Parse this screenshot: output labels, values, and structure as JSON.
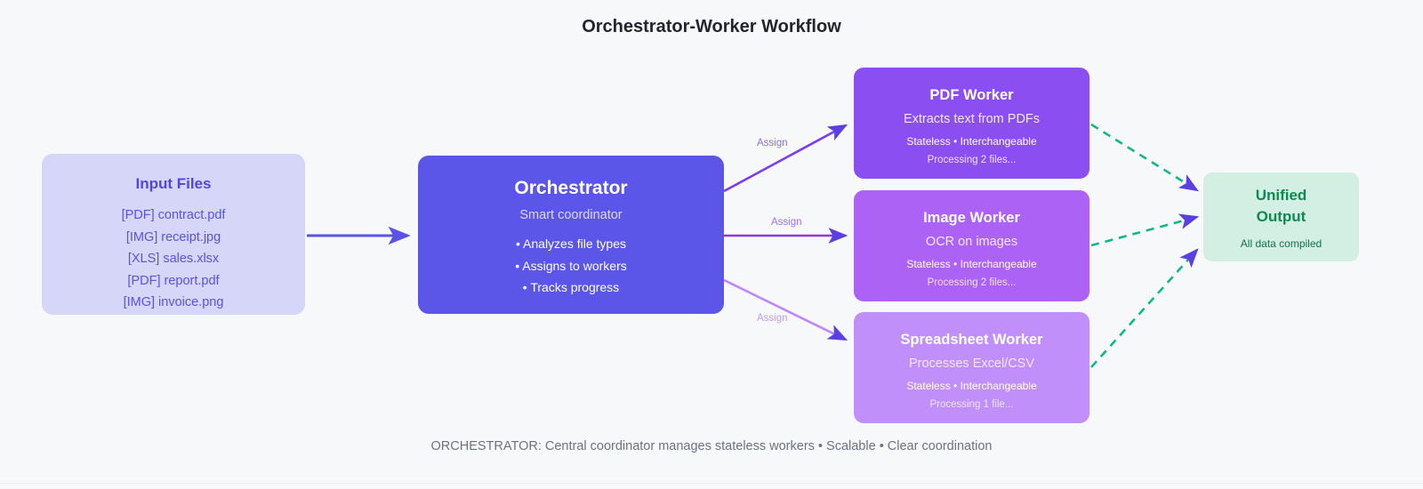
{
  "page": {
    "title": "Orchestrator-Worker Workflow",
    "footer": "ORCHESTRATOR: Central coordinator manages stateless workers • Scalable • Clear coordination",
    "background_color": "#f7f8fa"
  },
  "nodes": {
    "input": {
      "title": "Input Files",
      "fill": "#d6d6f8",
      "text_color": "#5b52e0",
      "files": [
        "[PDF] contract.pdf",
        "[IMG] receipt.jpg",
        "[XLS] sales.xlsx",
        "[PDF] report.pdf",
        "[IMG] invoice.png"
      ]
    },
    "orchestrator": {
      "title": "Orchestrator",
      "subtitle": "Smart coordinator",
      "fill": "#5b56e8",
      "bullets": [
        "• Analyzes file types",
        "• Assigns to workers",
        "• Tracks progress"
      ]
    },
    "workers": [
      {
        "title": "PDF Worker",
        "subtitle": "Extracts text from PDFs",
        "meta": "Stateless • Interchangeable",
        "status": "Processing 2 files...",
        "fill": "#8b4ef0"
      },
      {
        "title": "Image Worker",
        "subtitle": "OCR on images",
        "meta": "Stateless • Interchangeable",
        "status": "Processing 2 files...",
        "fill": "#ab62f5"
      },
      {
        "title": "Spreadsheet Worker",
        "subtitle": "Processes Excel/CSV",
        "meta": "Stateless • Interchangeable",
        "status": "Processing 1 file...",
        "fill": "#c18ffa"
      }
    ],
    "output": {
      "title_line1": "Unified",
      "title_line2": "Output",
      "subtitle": "All data compiled",
      "fill": "#d3eee2",
      "text_color": "#0c8a52"
    }
  },
  "edges": {
    "assign_label": "Assign",
    "input_to_orchestrator_color": "#5b52e8",
    "assign_colors": [
      "#7c3aed",
      "#9333ea",
      "#c084fc"
    ],
    "result_line_color": "#10b981",
    "result_arrow_color": "#5b52e8",
    "result_dashed": true
  }
}
